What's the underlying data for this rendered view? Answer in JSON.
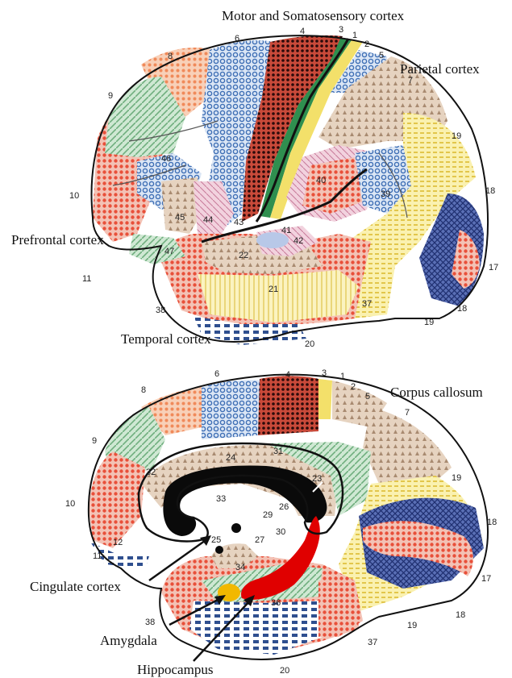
{
  "titles": {
    "motor": "Motor and Somatosensory cortex",
    "parietal": "Parietal cortex",
    "prefrontal": "Prefrontal cortex",
    "temporal": "Temporal cortex",
    "corpus": "Corpus callosum",
    "cingulate": "Cingulate cortex",
    "amygdala": "Amygdala",
    "hippocampus": "Hippocampus"
  },
  "lateral": {
    "a1": "1",
    "a2": "2",
    "a3": "3",
    "a4": "4",
    "a5": "5",
    "a6": "6",
    "a7": "7",
    "a8": "8",
    "a9": "9",
    "a10": "10",
    "a11": "11",
    "a17": "17",
    "a18a": "18",
    "a18b": "18",
    "a19a": "19",
    "a19b": "19",
    "a20": "20",
    "a21": "21",
    "a22": "22",
    "a37": "37",
    "a38": "38",
    "a39": "39",
    "a40": "40",
    "a41": "41",
    "a42": "42",
    "a43": "43",
    "a44": "44",
    "a45": "45",
    "a46": "46",
    "a47": "47"
  },
  "medial": {
    "a1": "1",
    "a2": "2",
    "a3": "3",
    "a4": "4",
    "a5": "5",
    "a6": "6",
    "a7": "7",
    "a8": "8",
    "a9": "9",
    "a10": "10",
    "a11": "11",
    "a12": "12",
    "a17": "17",
    "a18a": "18",
    "a18b": "18",
    "a19a": "19",
    "a19b": "19",
    "a20": "20",
    "a23": "23",
    "a24": "24",
    "a25": "25",
    "a26": "26",
    "a27": "27",
    "a29": "29",
    "a30": "30",
    "a31": "31",
    "a32": "32",
    "a33": "33",
    "a34": "34",
    "a36": "36",
    "a37": "37",
    "a38": "38"
  },
  "colors": {
    "red": "#e8503a",
    "orange": "#f08a5a",
    "green": "#7fbf8f",
    "blue": "#4f7fc0",
    "darkred": "#8c1a1a",
    "tan": "#c9a98a",
    "yellow": "#f3e06a",
    "pink": "#e8a8c0",
    "navy": "#2a3f8a",
    "hippocampus": "#e00000",
    "amygdala": "#f2b800"
  }
}
